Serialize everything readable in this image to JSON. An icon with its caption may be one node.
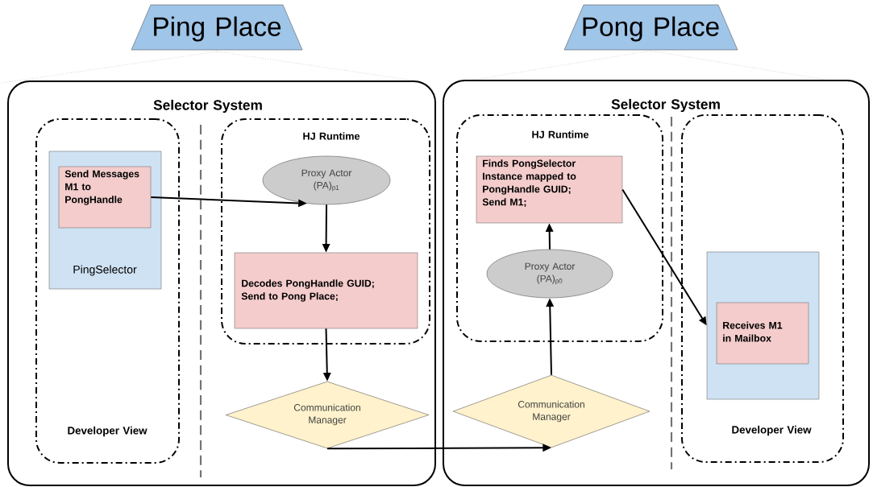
{
  "diagram": {
    "nodes": [
      {
        "text": [
          "Ping Place"
        ]
      },
      {
        "text": [
          "Pong Place"
        ]
      },
      {
        "text": [
          "Selector System"
        ]
      },
      {
        "text": [
          "Developer View"
        ],
        "in": 2
      },
      {
        "text": [
          "PingSelector"
        ],
        "in": 3
      },
      {
        "text": [
          "Send Messages M1 to PongHandle"
        ],
        "in": 4
      },
      {
        "text": [
          "HJ Runtime"
        ],
        "in": 2
      },
      {
        "text": [
          "Proxy Actor (PA)$_{p1}$"
        ],
        "in": 6
      },
      {
        "text": [
          "Decodes PongHandle GUID; Send to Pong Place;"
        ],
        "in": 6
      },
      {
        "text": [
          "Communication Manager"
        ],
        "in": 2
      },
      {
        "text": [
          "Selector System"
        ]
      },
      {
        "text": [
          "HJ Runtime"
        ],
        "in": 10
      },
      {
        "text": [
          "Finds PongSelector Instance mapped to PongHandle GUID; Send M1;"
        ],
        "in": 11
      },
      {
        "text": [
          "Proxy Actor (PA)$_{p0}$"
        ],
        "in": 11
      },
      {
        "text": [
          "Communication Manager"
        ],
        "in": 10
      },
      {
        "text": [
          "Developer View"
        ],
        "in": 10
      },
      {
        "text": [],
        "shape": "box",
        "in": 15
      },
      {
        "text": [
          "Receives M1 in Mailbox"
        ],
        "in": 16
      }
    ],
    "edges": [
      {
        "from": 5,
        "to": 7,
        "arrow": "to"
      },
      {
        "from": 7,
        "to": 8,
        "arrow": "to"
      },
      {
        "from": 8,
        "to": 9,
        "arrow": "to"
      },
      {
        "from": 9,
        "to": 14,
        "arrow": "to"
      },
      {
        "from": 14,
        "to": 13,
        "arrow": "to"
      },
      {
        "from": 13,
        "to": 12,
        "arrow": "to"
      },
      {
        "from": 12,
        "to": 16,
        "arrow": "to"
      }
    ]
  }
}
